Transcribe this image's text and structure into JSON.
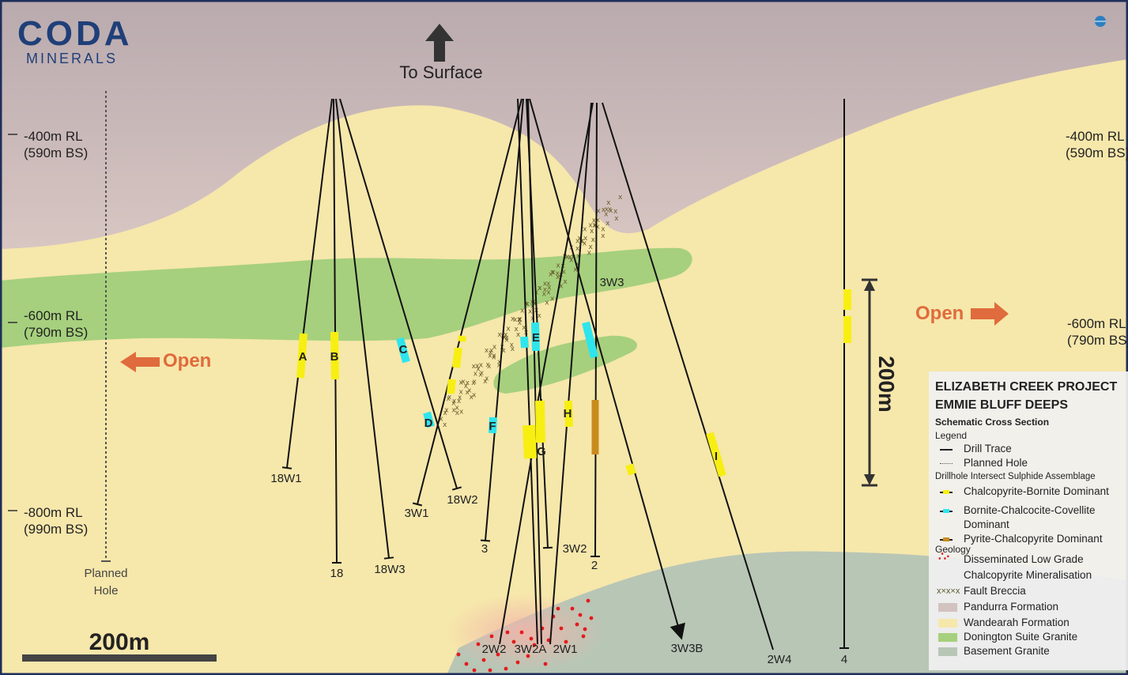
{
  "logo": {
    "main": "CODA",
    "sub": "MINERALS"
  },
  "top_label": "To Surface",
  "depth_labels_left": [
    {
      "rl": "-400m RL",
      "bs": "(590m BS)"
    },
    {
      "rl": "-600m RL",
      "bs": "(790m BS)"
    },
    {
      "rl": "-800m RL",
      "bs": "(990m BS)"
    }
  ],
  "depth_labels_right": [
    {
      "rl": "-400m RL",
      "bs": "(590m BS)"
    },
    {
      "rl": "-600m RL",
      "bs": "(790m BS)"
    }
  ],
  "open_left": "Open",
  "open_right": "Open",
  "planned_hole_label": [
    "Planned",
    "Hole"
  ],
  "vertical_scale_label": "200m",
  "horizontal_scale_label": "200m",
  "hole_labels": {
    "h18W1": "18W1",
    "h18": "18",
    "h18W3": "18W3",
    "h18W2": "18W2",
    "h3W1": "3W1",
    "h3": "3",
    "h3W2": "3W2",
    "h2": "2",
    "h3W3": "3W3",
    "h2W2": "2W2",
    "h3W2A": "3W2A",
    "h2W1": "2W1",
    "h3W3B": "3W3B",
    "h2W4": "2W4",
    "h4": "4"
  },
  "intercept_labels": [
    "A",
    "B",
    "C",
    "D",
    "E",
    "F",
    "G",
    "H",
    "I"
  ],
  "legend": {
    "title1": "ELIZABETH CREEK PROJECT",
    "title2": "EMMIE BLUFF DEEPS",
    "subtitle": "Schematic Cross Section",
    "legend_word": "Legend",
    "drill_trace": "Drill Trace",
    "planned_hole": "Planned Hole",
    "assemblage_heading": "Drillhole Intersect Sulphide Assemblage",
    "chalcopyrite_bornite": "Chalcopyrite-Bornite Dominant",
    "bornite_chalcocite_1": "Bornite-Chalcocite-Covellite",
    "bornite_chalcocite_2": "Dominant",
    "pyrite_chalcopyrite": "Pyrite-Chalcopyrite Dominant",
    "geology_heading": "Geology",
    "disseminated_1": "Disseminated Low Grade",
    "disseminated_2": "Chalcopyrite Mineralisation",
    "fault_breccia": "Fault Breccia",
    "pandurra": "Pandurra Formation",
    "wandearah": "Wandearah Formation",
    "donington": "Donington Suite Granite",
    "basement": "Basement Granite"
  },
  "colors": {
    "pandurra": "#d2c2c0",
    "wandearah": "#f6e7ab",
    "donington": "#a6d07d",
    "basement": "#b8c6b6",
    "chalcopyrite_bornite": "#f7ef12",
    "bornite_chalcocite": "#2ee5ee",
    "pyrite_chalcopyrite": "#c98b1c",
    "open_arrow": "#e06b3c",
    "logo_blue": "#1f3f78"
  }
}
